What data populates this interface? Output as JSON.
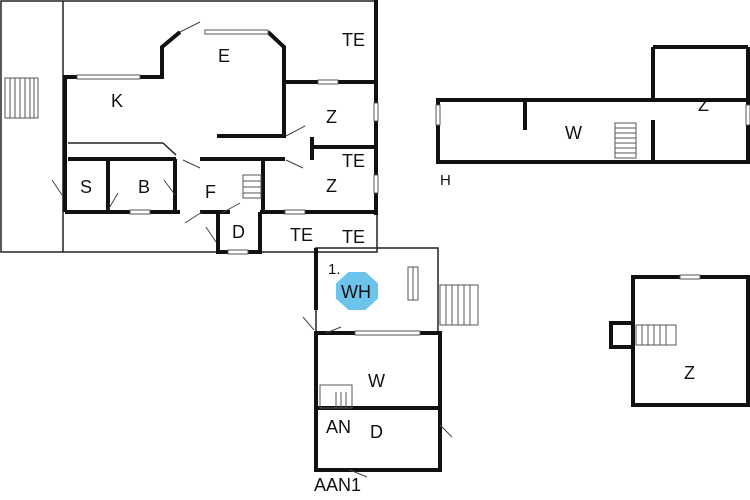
{
  "plan": {
    "main_building": {
      "rooms": [
        "E",
        "K",
        "Z",
        "Z",
        "S",
        "B",
        "F",
        "D"
      ],
      "terraces": [
        "TE",
        "TE",
        "TE"
      ]
    },
    "annex": {
      "label": "H",
      "rooms": [
        "W",
        "Z"
      ]
    },
    "cottage": {
      "floor": "1.",
      "rooms": [
        "WH",
        "W",
        "AN",
        "D"
      ],
      "terrace": "TE",
      "caption": "AAN1"
    },
    "shed": {
      "rooms": [
        "Z"
      ]
    }
  },
  "colors": {
    "wall": "#111111",
    "highlight": "#6cc4ea"
  }
}
